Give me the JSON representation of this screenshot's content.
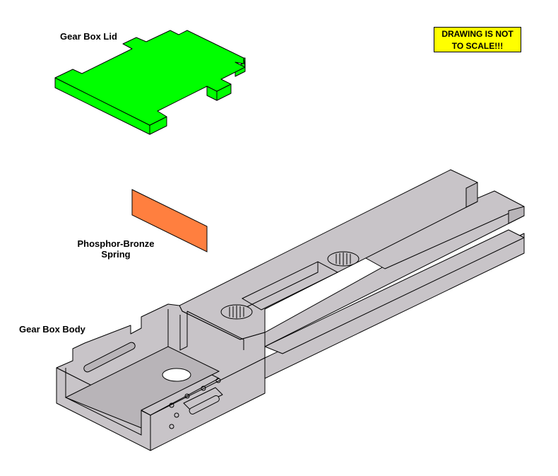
{
  "labels": {
    "lid": "Gear Box Lid",
    "spring_line1": "Phosphor-Bronze",
    "spring_line2": "Spring",
    "body": "Gear Box Body"
  },
  "note": {
    "line1": "DRAWING IS NOT",
    "line2": "TO SCALE!!!"
  },
  "colors": {
    "lid": "#00ff00",
    "spring": "#ff7f3f",
    "body": "#c8c4c8",
    "note_bg": "#ffff00"
  }
}
